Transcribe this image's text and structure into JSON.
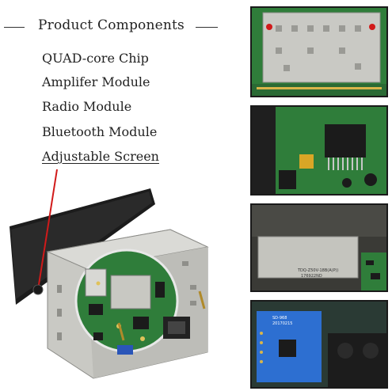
{
  "title": "Product Components",
  "features": [
    "QUAD-core Chip",
    "Amplifer Module",
    "Radio Module",
    "Bluetooth Module",
    "Adjustable Screen"
  ],
  "panels": [
    {
      "name": "quad-core-chip-photo"
    },
    {
      "name": "amplifier-module-photo",
      "chip_text": ""
    },
    {
      "name": "radio-module-photo",
      "label_line1": "TDQ-Z50V-18B(A(P))",
      "label_line2": "176922ND"
    },
    {
      "name": "bluetooth-module-photo",
      "label_line1": "SD-968",
      "label_line2": "20170215"
    }
  ],
  "colors": {
    "pcb_green": "#2f7d3a",
    "shield_silver": "#c9c9c4",
    "screen_black": "#1c1c1c",
    "pointer_red": "#d11a1a"
  }
}
